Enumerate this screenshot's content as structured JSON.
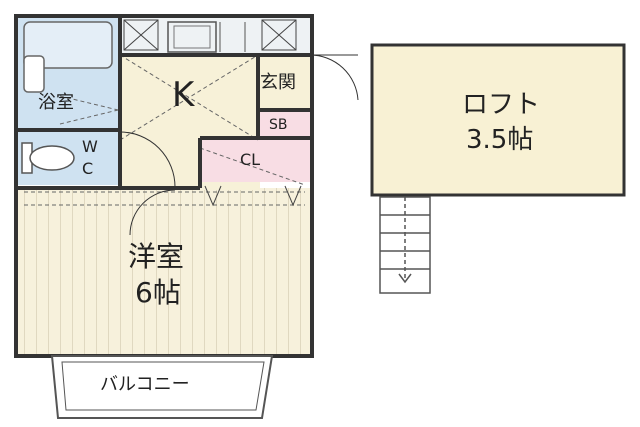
{
  "rooms": {
    "bath": "浴室",
    "wc_w": "W",
    "wc_c": "C",
    "kitchen": "K",
    "entrance": "玄関",
    "shoe_box": "SB",
    "closet": "CL",
    "western_name": "洋室",
    "western_size": "6帖",
    "balcony": "バルコニー",
    "loft_name": "ロフト",
    "loft_size": "3.5帖"
  },
  "colors": {
    "wet_area": "#cfe2f1",
    "kitchen_floor": "#f7f1d8",
    "western_floor": "#f7f1dc",
    "western_stripe": "#c9bfa5",
    "closet": "#f8dde4",
    "loft": "#f8f1d4",
    "wall": "#333333"
  },
  "icons": {
    "vent": "vent-fan-icon",
    "toilet": "toilet-icon",
    "bathtub": "bathtub-icon",
    "sink": "sink-icon",
    "ladder": "ladder-icon"
  }
}
